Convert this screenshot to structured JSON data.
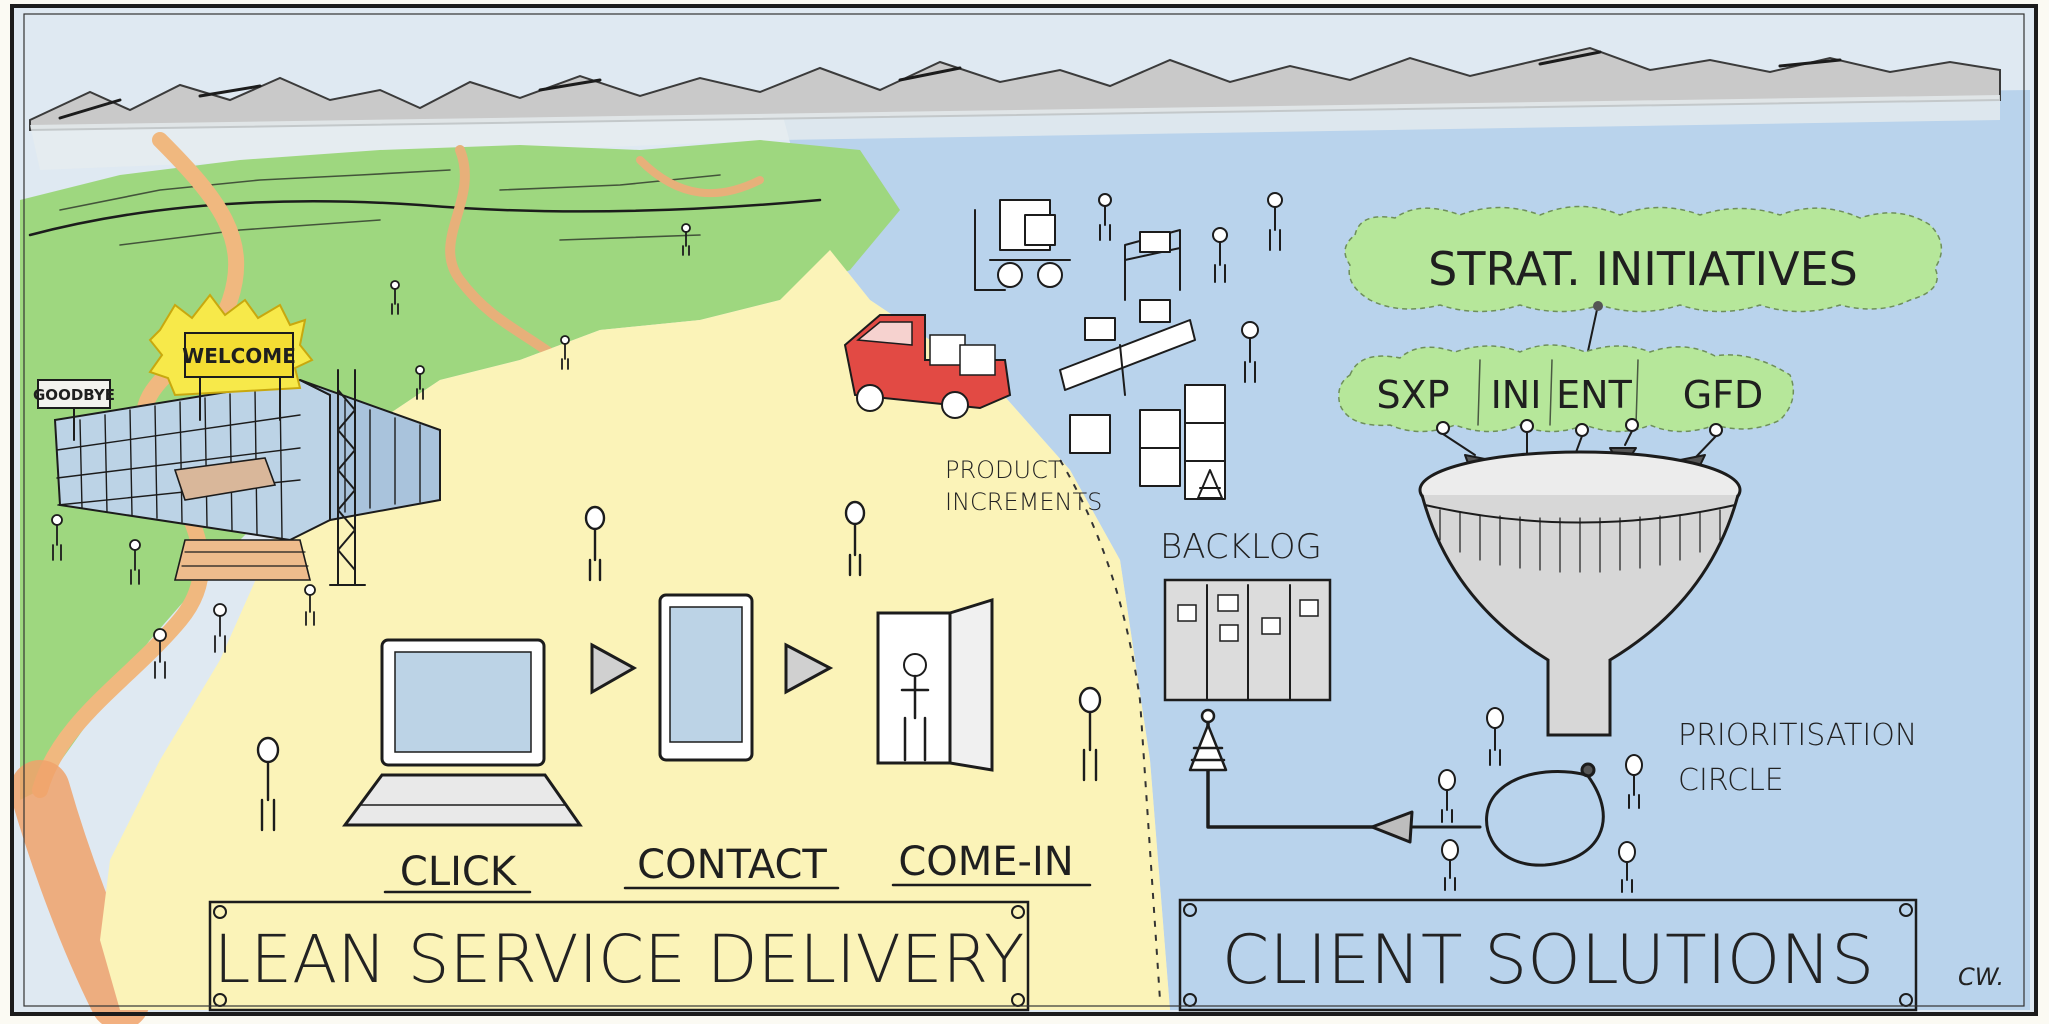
{
  "hills": {
    "welcome_sign": "WELCOME",
    "goodbye_sign": "GOODBYE"
  },
  "lean": {
    "steps": [
      "CLICK",
      "CONTACT",
      "COME-IN"
    ],
    "title": "LEAN SERVICE DELIVERY"
  },
  "client": {
    "strategic": "STRAT. INITIATIVES",
    "initiatives": [
      "SXP",
      "INI",
      "ENT",
      "GFD"
    ],
    "product_increments": [
      "PRODUCT",
      "INCREMENTS"
    ],
    "backlog": "BACKLOG",
    "prioritisation": [
      "PRIORITISATION",
      "CIRCLE"
    ],
    "title": "CLIENT SOLUTIONS"
  },
  "signature": "CW.",
  "colors": {
    "sky": "#dfe9f2",
    "sea": "#b9d3ec",
    "grass": "#9ed77f",
    "sand": "#fbf3b8",
    "path": "#f0b87f",
    "cloud": "#b6e79a",
    "truck": "#e24a44",
    "sign": "#f7e94a"
  }
}
